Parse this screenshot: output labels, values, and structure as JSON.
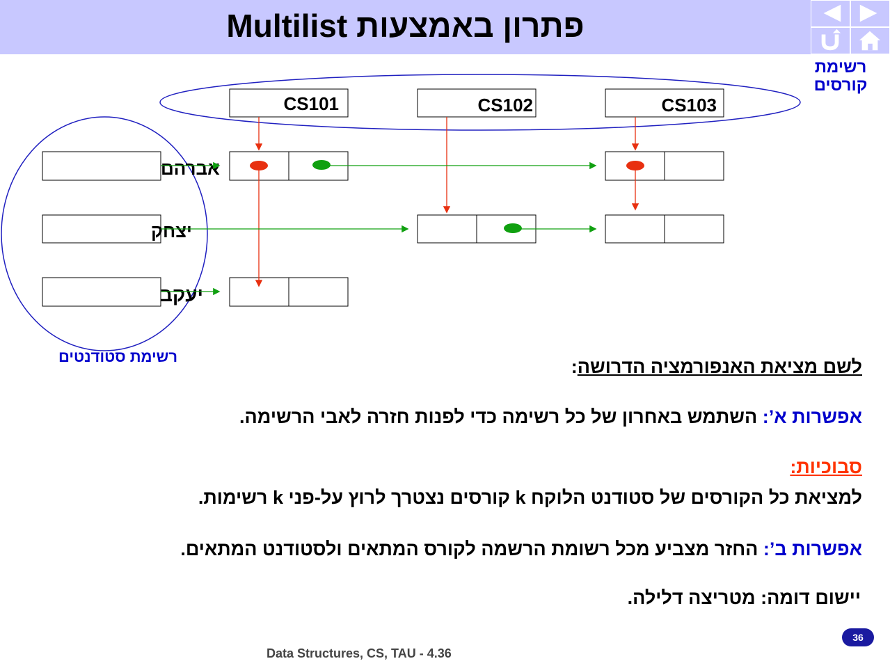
{
  "title": "פתרון באמצעות Multilist",
  "nav": {
    "prev_icon": "triangle-left-icon",
    "next_icon": "triangle-right-icon",
    "return_icon": "return-arrow-icon",
    "home_icon": "home-icon"
  },
  "diagram": {
    "courses_label_line1": "רשימת",
    "courses_label_line2": "קורסים",
    "students_label": "רשימת סטודנטים",
    "courses": [
      "CS101",
      "CS102",
      "CS103"
    ],
    "students": [
      "אברהם",
      "יצחק",
      "יעקב"
    ],
    "colors": {
      "course_pointer": "#e83010",
      "student_pointer": "#10a010",
      "ellipse": "#2020c0"
    }
  },
  "text": {
    "heading": "לשם מציאת האנפורמציה הדרושה",
    "option_a_label": "אפשרות א’:",
    "option_a_text": " השתמש באחרון של כל רשימה כדי לפנות חזרה לאבי הרשימה.",
    "complex_label": "סבוכיות:",
    "complex_text": "למציאת כל הקורסים של סטודנט הלוקח k קורסים נצטרך לרוץ על-פני k רשימות.",
    "option_b_label": "אפשרות ב’:",
    "option_b_text": " החזר מצביע מכל רשומת הרשמה לקורס המתאים ולסטודנט המתאים.",
    "similar": "יישום דומה: מטריצה דלילה."
  },
  "slide_number": "36",
  "footer": "Data Structures, CS, TAU - 4.36"
}
